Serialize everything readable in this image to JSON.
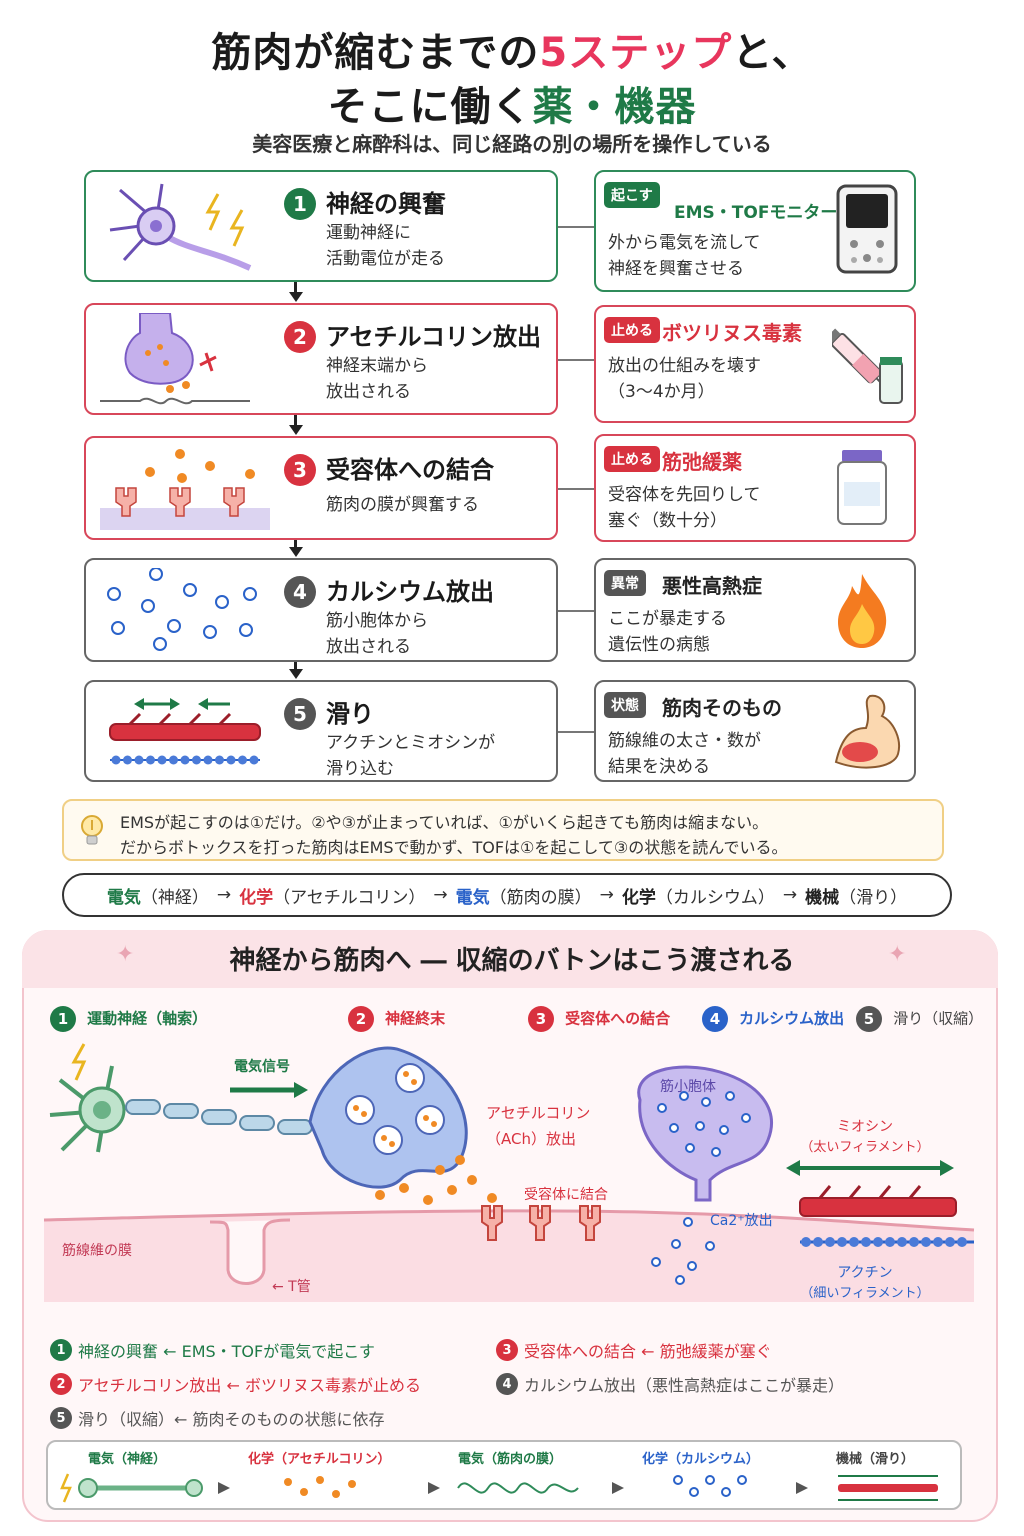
{
  "header": {
    "title_line1_a": "筋肉が縮むまでの",
    "title_line1_b": "5ステップ",
    "title_line1_c": "と、",
    "title_line2_a": "そこに働く",
    "title_line2_b": "薬・機器",
    "subtitle": "美容医療と麻酔科は、同じ経路の別の場所を操作している"
  },
  "colors": {
    "green": "#1f7a47",
    "red": "#d8323f",
    "gray": "#555555",
    "dark": "#222222",
    "pink": "#e8365d",
    "blue": "#2a62c9"
  },
  "steps": [
    {
      "num": "1",
      "title": "神経の興奮",
      "desc1": "運動神経に",
      "desc2": "活動電位が走る",
      "color": "#1f7a47",
      "tag": "起こす",
      "side_title": "EMS・TOFモニター",
      "side1": "外から電気を流して",
      "side2": "神経を興奮させる",
      "icon": "ems-device-icon"
    },
    {
      "num": "2",
      "title": "アセチルコリン放出",
      "desc1": "神経末端から",
      "desc2": "放出される",
      "color": "#d8323f",
      "tag": "止める",
      "side_title": "ボツリヌス毒素",
      "side1": "放出の仕組みを壊す",
      "side2": "（3〜4か月）",
      "icon": "syringe-icon"
    },
    {
      "num": "3",
      "title": "受容体への結合",
      "desc1": "筋肉の膜が興奮する",
      "desc2": "",
      "color": "#d8323f",
      "tag": "止める",
      "side_title": "筋弛緩薬",
      "side1": "受容体を先回りして",
      "side2": "塞ぐ（数十分）",
      "icon": "vial-icon"
    },
    {
      "num": "4",
      "title": "カルシウム放出",
      "desc1": "筋小胞体から",
      "desc2": "放出される",
      "color": "#555555",
      "tag": "異常",
      "side_title": "悪性高熱症",
      "side1": "ここが暴走する",
      "side2": "遺伝性の病態",
      "icon": "fire-icon"
    },
    {
      "num": "5",
      "title": "滑り",
      "desc1": "アクチンとミオシンが",
      "desc2": "滑り込む",
      "color": "#222222",
      "tag": "状態",
      "side_title": "筋肉そのもの",
      "side1": "筋線維の太さ・数が",
      "side2": "結果を決める",
      "icon": "muscle-arm-icon"
    }
  ],
  "note": {
    "line1": "EMSが起こすのは①だけ。②や③が止まっていれば、①がいくら起きても筋肉は縮まない。",
    "line2": "だからボトックスを打った筋肉はEMSで動かず、TOFは①を起こして③の状態を読んでいる。"
  },
  "flow": [
    {
      "a": "電気",
      "b": "（神経）",
      "color": "#1f7a47"
    },
    {
      "a": "化学",
      "b": "（アセチルコリン）",
      "color": "#d8323f"
    },
    {
      "a": "電気",
      "b": "（筋肉の膜）",
      "color": "#2a62c9"
    },
    {
      "a": "化学",
      "b": "（カルシウム）",
      "color": "#222222"
    },
    {
      "a": "機械",
      "b": "（滑り）",
      "color": "#222222"
    }
  ],
  "flow_arrow": "→",
  "panel": {
    "title": "神経から筋肉へ ― 収縮のバトンはこう渡される",
    "labels": {
      "l1": "運動神経（軸索）",
      "l2": "神経終末",
      "l3": "受容体への結合",
      "l4": "カルシウム放出",
      "l5": "滑り（収縮）",
      "signal": "電気信号",
      "ach1": "アセチルコリン",
      "ach2": "（ACh）放出",
      "receptor": "受容体に結合",
      "sr": "筋小胞体",
      "ca": "Ca2⁺放出",
      "myosin1": "ミオシン",
      "myosin2": "（太いフィラメント）",
      "actin1": "アクチン",
      "actin2": "（細いフィラメント）",
      "membrane": "筋線維の膜",
      "ttube": "← T管"
    },
    "legend": [
      {
        "num": "1",
        "text": "神経の興奮 ← EMS・TOFが電気で起こす",
        "color": "#1f7a47"
      },
      {
        "num": "3",
        "text": "受容体への結合 ← 筋弛緩薬が塞ぐ",
        "color": "#d8323f"
      },
      {
        "num": "2",
        "text": "アセチルコリン放出 ← ボツリヌス毒素が止める",
        "color": "#d8323f"
      },
      {
        "num": "4",
        "text": "カルシウム放出（悪性高熱症はここが暴走）",
        "color": "#555555"
      },
      {
        "num": "5",
        "text": "滑り（収縮）← 筋肉そのものの状態に依存",
        "color": "#555555"
      }
    ],
    "bottom_flow": [
      "電気（神経）",
      "化学（アセチルコリン）",
      "電気（筋肉の膜）",
      "化学（カルシウム）",
      "機械（滑り）"
    ]
  }
}
